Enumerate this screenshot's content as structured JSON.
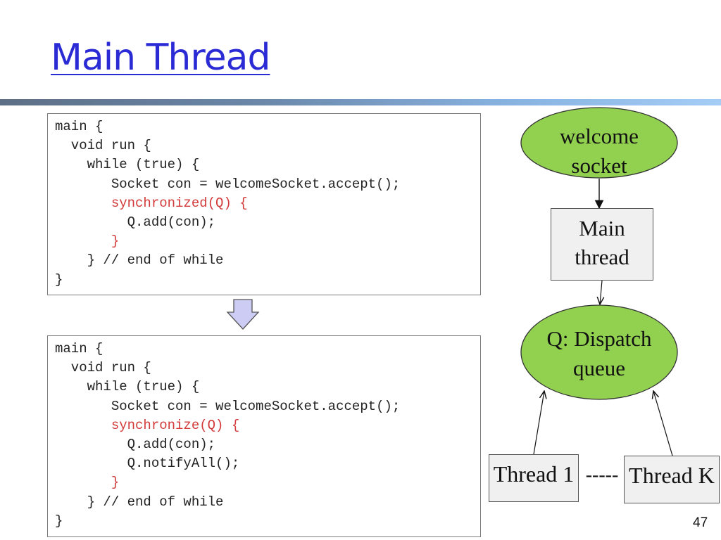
{
  "title": "Main Thread",
  "code_box_1": {
    "lines": [
      "main {",
      "  void run {",
      "    while (true) {",
      "       Socket con = welcomeSocket.accept();",
      "       synchronized(Q) {",
      "         Q.add(con);",
      "       }",
      "    } // end of while",
      "}"
    ],
    "highlight_lines": [
      4,
      6
    ]
  },
  "code_box_2": {
    "lines": [
      "main {",
      "  void run {",
      "    while (true) {",
      "       Socket con = welcomeSocket.accept();",
      "       synchronize(Q) {",
      "         Q.add(con);",
      "         Q.notifyAll();",
      "       }",
      "    } // end of while",
      "}"
    ],
    "highlight_lines": [
      4,
      7
    ]
  },
  "diagram": {
    "welcome_socket": {
      "line1": "welcome",
      "line2": "socket"
    },
    "main_thread": {
      "line1": "Main",
      "line2": "thread"
    },
    "dispatch_queue": {
      "line1": "Q: Dispatch",
      "line2": "queue"
    },
    "thread_1": "Thread 1",
    "thread_k": "Thread K",
    "dashes": "-----"
  },
  "page_number": "47",
  "colors": {
    "title": "#2b2bd6",
    "code_highlight": "#d23a3a",
    "ellipse_fill": "#92d050",
    "arrow_fill": "#ccccf5"
  }
}
